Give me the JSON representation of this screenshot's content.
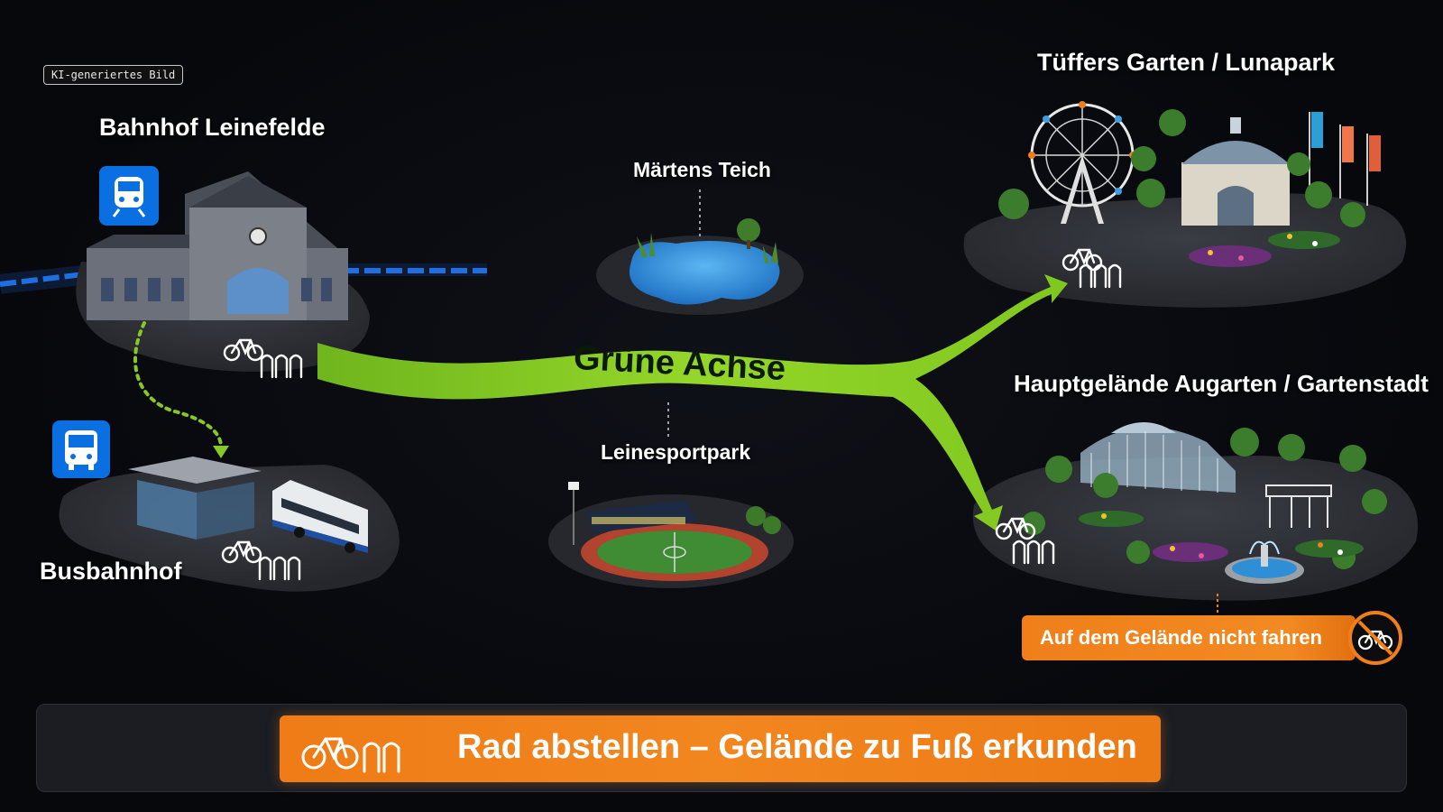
{
  "badge": {
    "text": "KI-generiertes Bild"
  },
  "locations": {
    "bahnhof": {
      "name": "Bahnhof Leinefelde",
      "icon": "train-icon"
    },
    "busbahnhof": {
      "name": "Busbahnhof",
      "icon": "bus-icon"
    },
    "teich": {
      "name": "Märtens Teich"
    },
    "sportpark": {
      "name": "Leinesportpark"
    },
    "tueffers": {
      "name": "Tüffers Garten / Lunapark"
    },
    "augarten": {
      "name": "Hauptgelände Augarten / Gartenstadt"
    }
  },
  "route": {
    "name": "Grüne Achse",
    "color": "#8fd12a"
  },
  "warning": {
    "text": "Auf dem Gelände nicht fahren",
    "icon": "no-bike-icon"
  },
  "cta": {
    "text": "Rad abstellen – Gelände zu Fuß erkunden",
    "icon": "bike-parking-icon"
  },
  "colors": {
    "accent": "#f07f1a",
    "transit_blue": "#0a6fe0",
    "route_green": "#8fd12a",
    "background": "#07080c"
  }
}
